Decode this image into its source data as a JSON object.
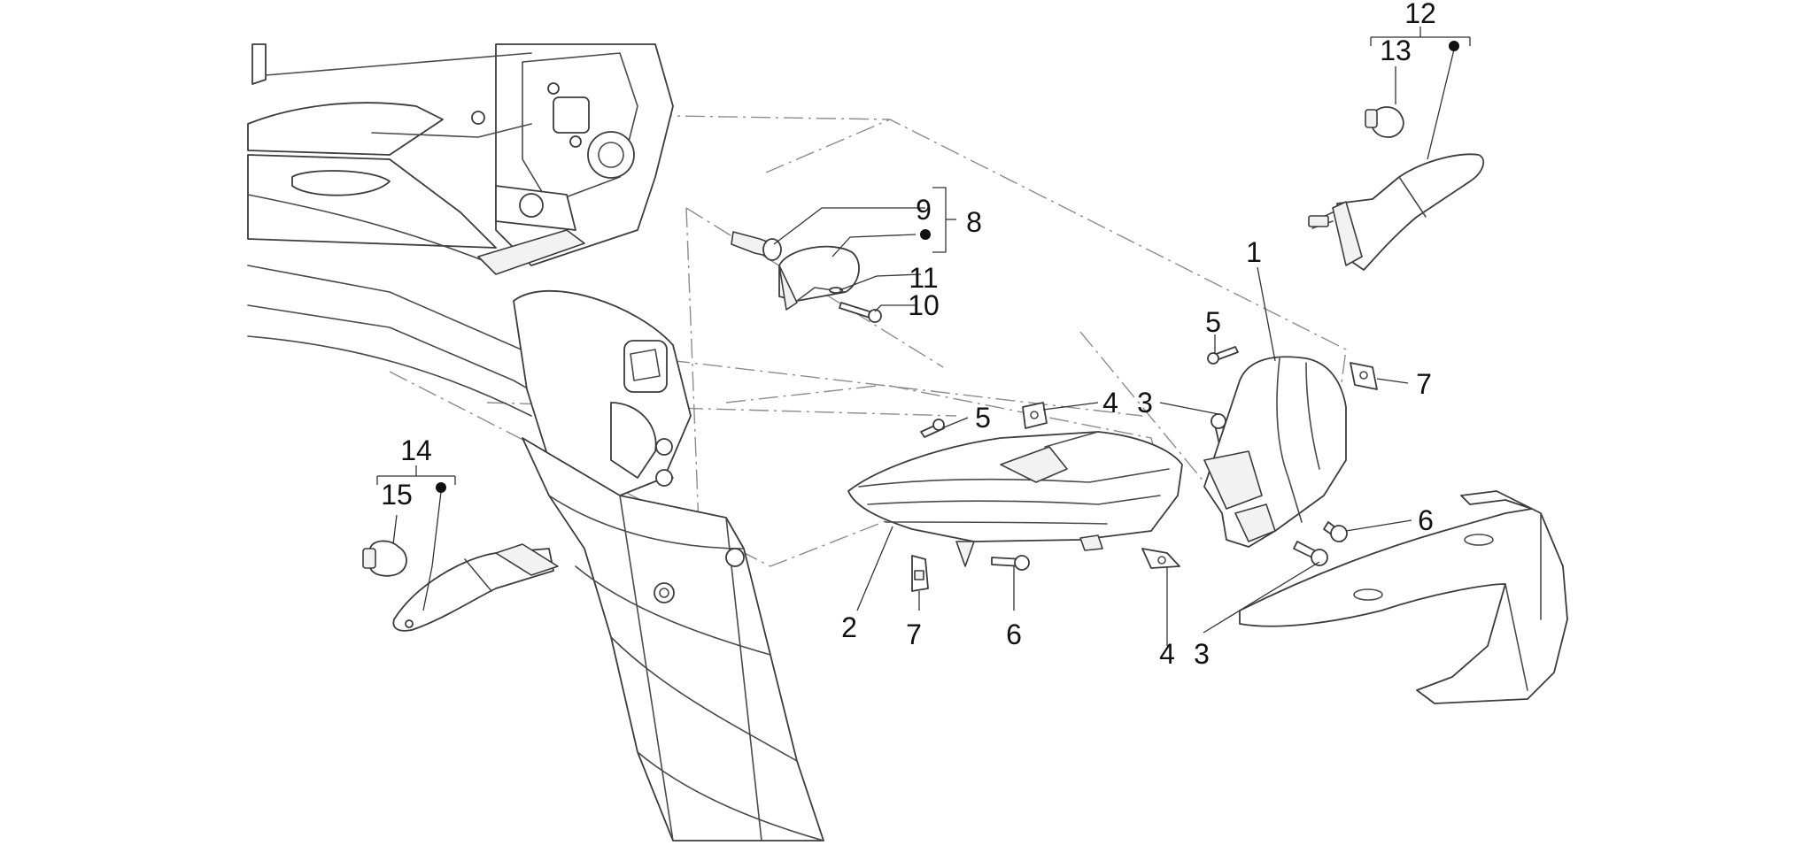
{
  "callouts": {
    "c1": "1",
    "c2": "2",
    "c3a": "3",
    "c3b": "3",
    "c4a": "4",
    "c4b": "4",
    "c5a": "5",
    "c5b": "5",
    "c6a": "6",
    "c6b": "6",
    "c7a": "7",
    "c7b": "7",
    "c8": "8",
    "c9": "9",
    "c10": "10",
    "c11": "11",
    "c12": "12",
    "c13": "13",
    "c14": "14",
    "c15": "15"
  }
}
